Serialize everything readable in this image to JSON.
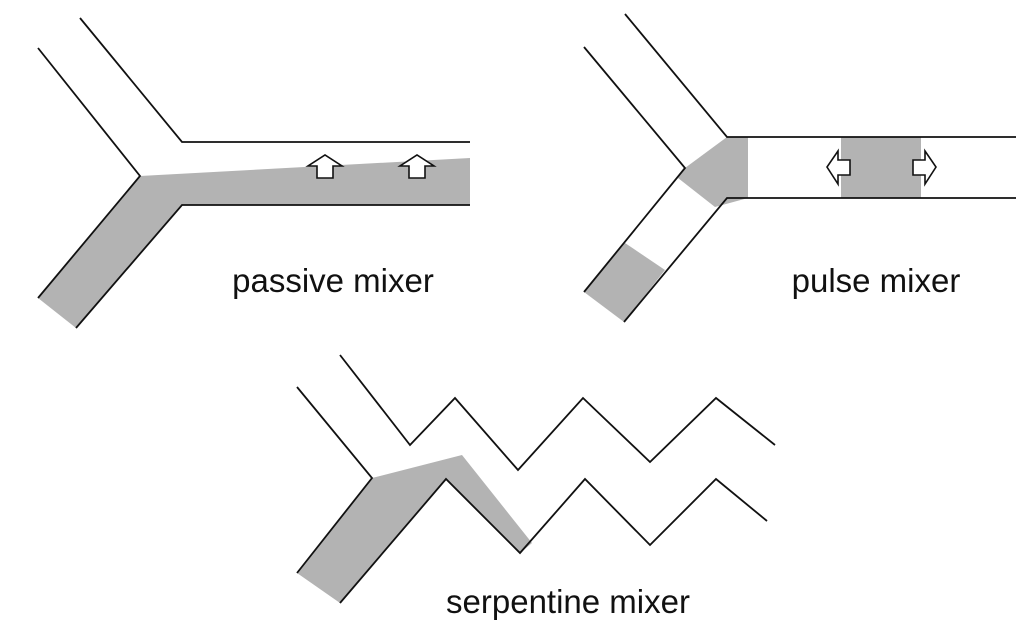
{
  "colors": {
    "background": "#ffffff",
    "wall": "#111111",
    "fluid": "#b3b3b3",
    "arrow_fill": "#ffffff"
  },
  "panels": [
    {
      "id": "passive",
      "label": "passive mixer",
      "icons": [
        "up-arrow-icon",
        "up-arrow-icon"
      ]
    },
    {
      "id": "pulse",
      "label": "pulse mixer",
      "icons": [
        "left-arrow-icon",
        "right-arrow-icon"
      ]
    },
    {
      "id": "serpentine",
      "label": "serpentine mixer",
      "icons": []
    }
  ]
}
